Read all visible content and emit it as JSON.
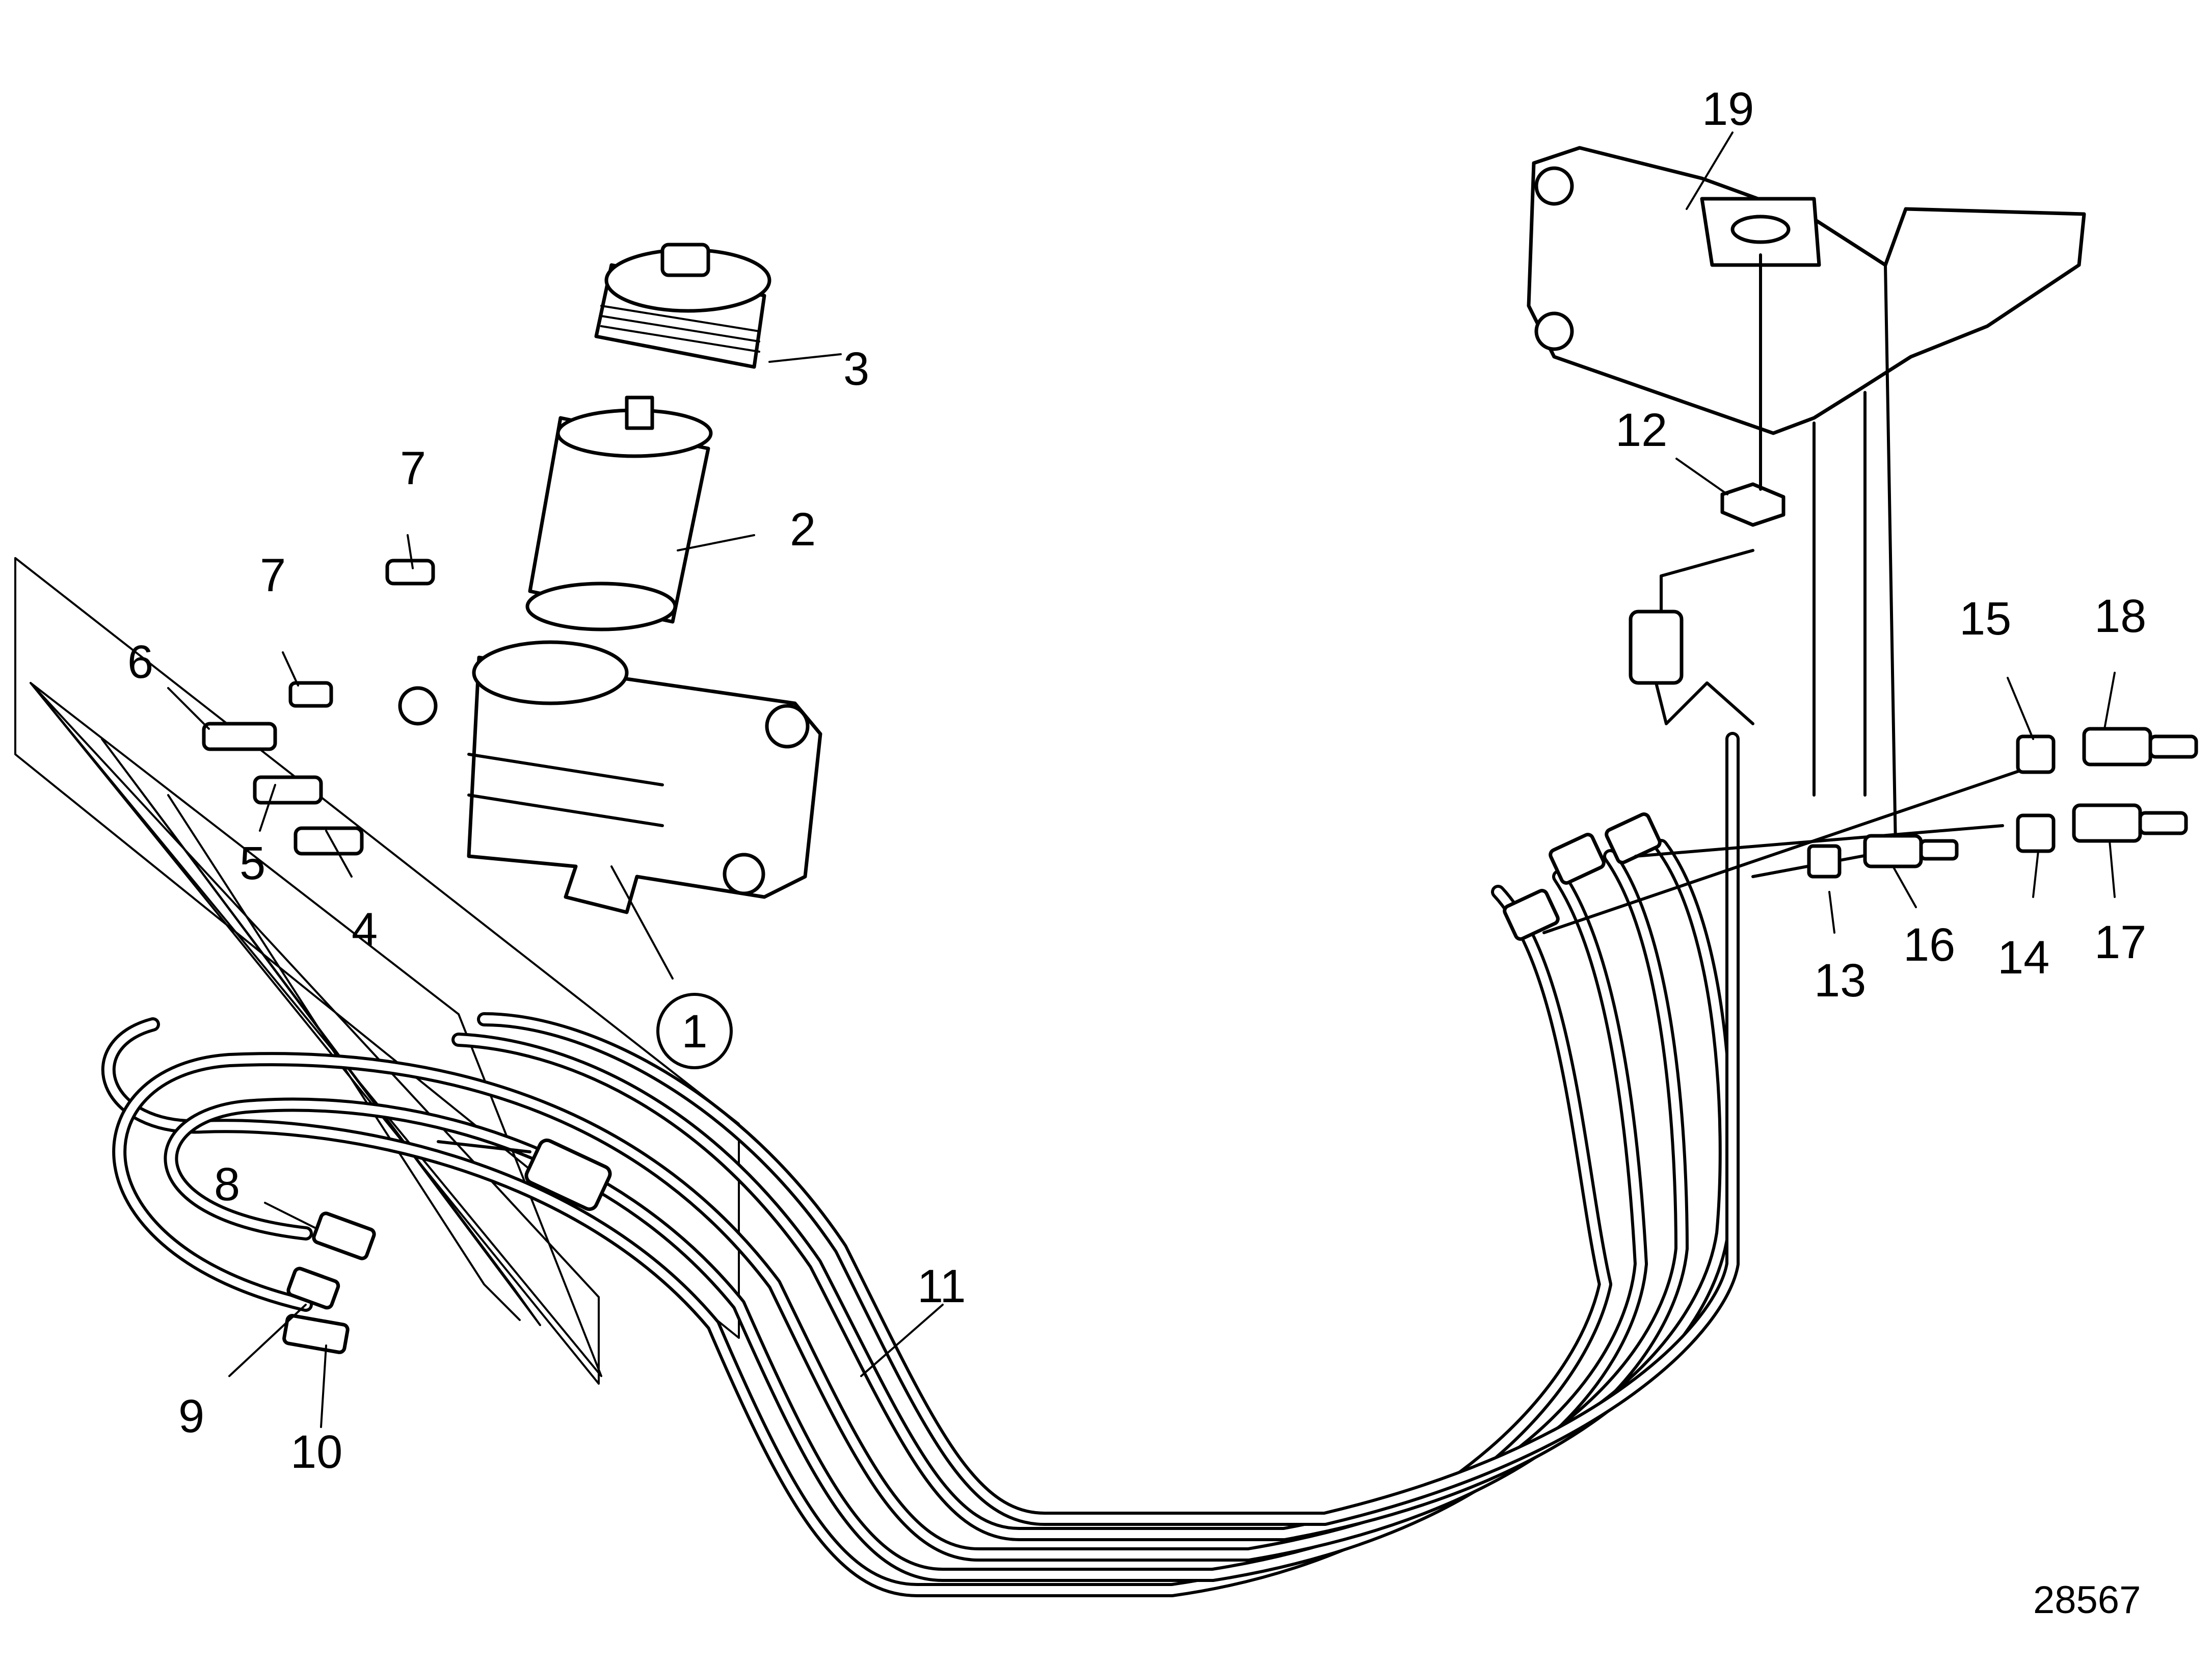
{
  "diagram": {
    "reference_number": "28567",
    "callouts": [
      {
        "id": "c1",
        "label": "1",
        "circled": true
      },
      {
        "id": "c2",
        "label": "2"
      },
      {
        "id": "c3",
        "label": "3"
      },
      {
        "id": "c4",
        "label": "4"
      },
      {
        "id": "c5",
        "label": "5"
      },
      {
        "id": "c6",
        "label": "6"
      },
      {
        "id": "c7a",
        "label": "7"
      },
      {
        "id": "c7b",
        "label": "7"
      },
      {
        "id": "c8",
        "label": "8"
      },
      {
        "id": "c9",
        "label": "9"
      },
      {
        "id": "c10",
        "label": "10"
      },
      {
        "id": "c11",
        "label": "11"
      },
      {
        "id": "c12",
        "label": "12"
      },
      {
        "id": "c13",
        "label": "13"
      },
      {
        "id": "c14",
        "label": "14"
      },
      {
        "id": "c15",
        "label": "15"
      },
      {
        "id": "c16",
        "label": "16"
      },
      {
        "id": "c17",
        "label": "17"
      },
      {
        "id": "c18",
        "label": "18"
      },
      {
        "id": "c19",
        "label": "19"
      }
    ]
  }
}
